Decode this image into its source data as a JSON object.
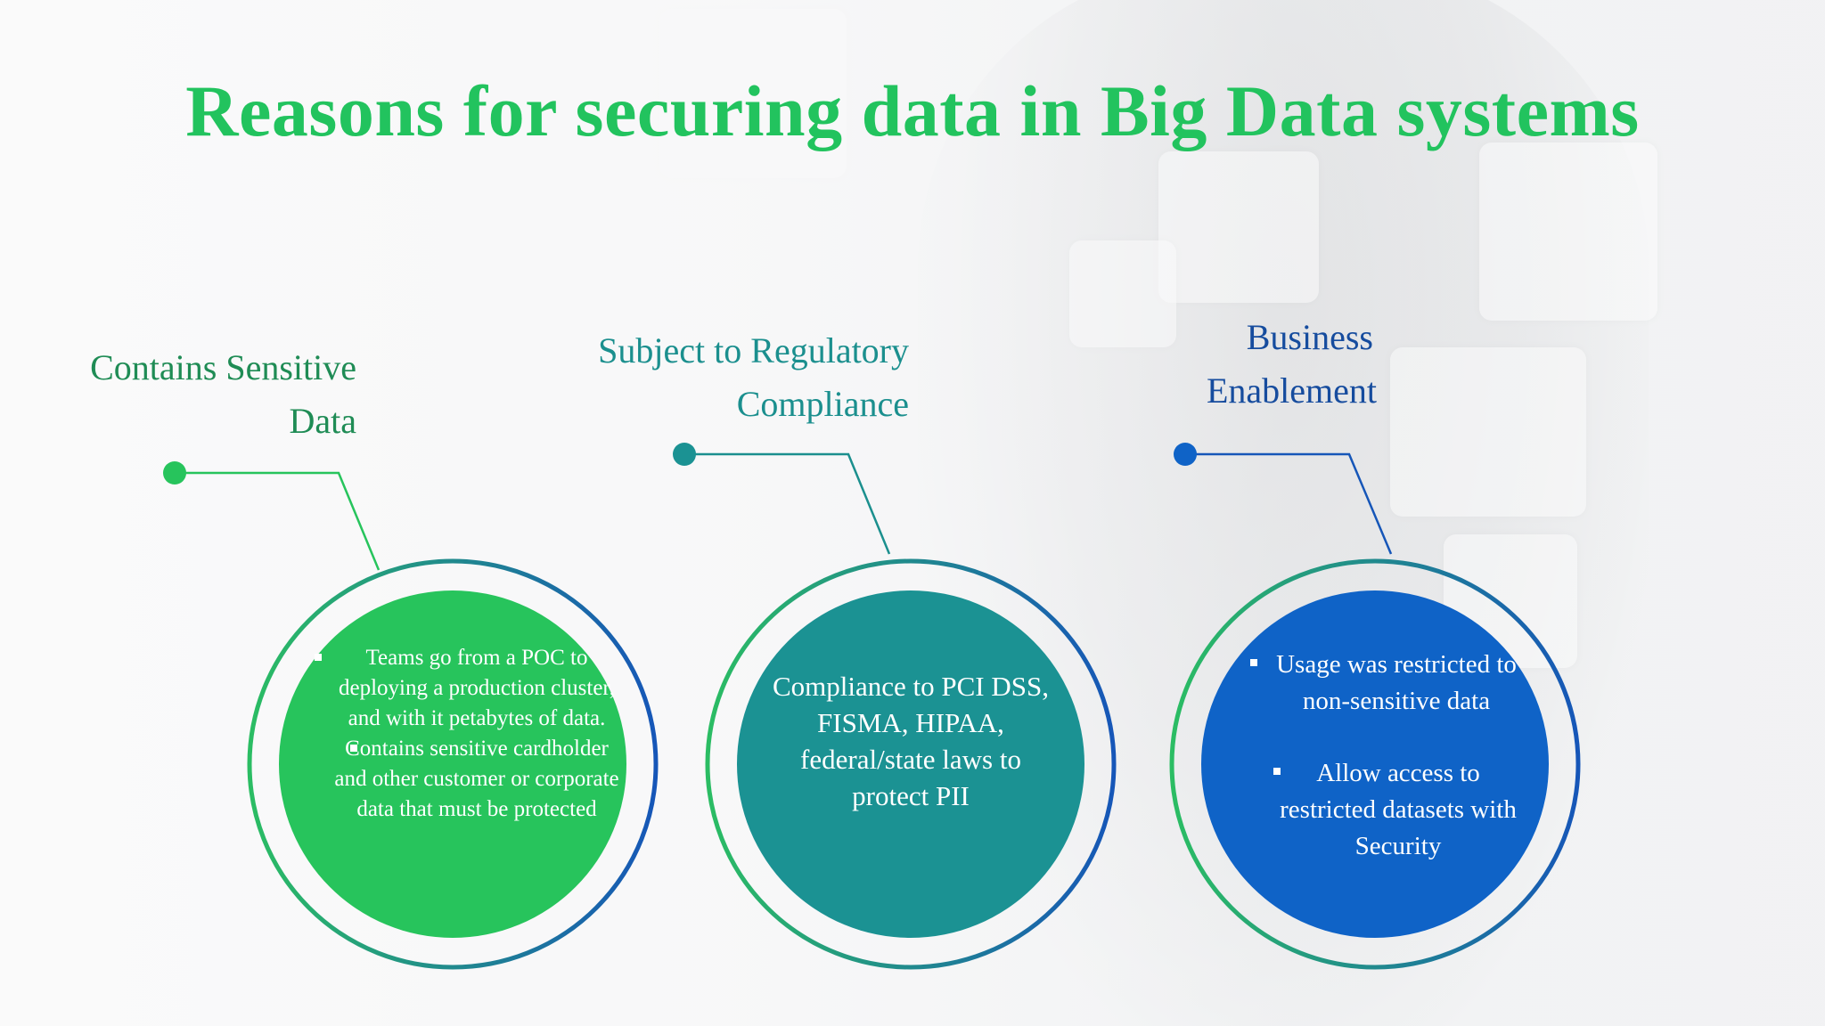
{
  "title": "Reasons for securing data in Big Data systems",
  "colors": {
    "title": "#22c35e",
    "green": "#27c45c",
    "teal": "#1b9293",
    "blue": "#0f63c7",
    "ring_green": "#2bbd63",
    "ring_blue": "#1656b8"
  },
  "items": [
    {
      "heading_lines": [
        "Contains Sensitive",
        "Data"
      ],
      "bullets": [
        "Teams go from a POC to deploying a production cluster, and with it petabytes of data.",
        "Contains sensitive cardholder and other customer or corporate data that must be protected"
      ]
    },
    {
      "heading_lines": [
        "Subject to Regulatory",
        "Compliance"
      ],
      "text": "Compliance to PCI DSS, FISMA, HIPAA, federal/state laws to protect PII"
    },
    {
      "heading_lines": [
        "Business",
        "Enablement"
      ],
      "bullets": [
        "Usage was restricted to non-sensitive data",
        "Allow access to restricted datasets with Security"
      ]
    }
  ]
}
